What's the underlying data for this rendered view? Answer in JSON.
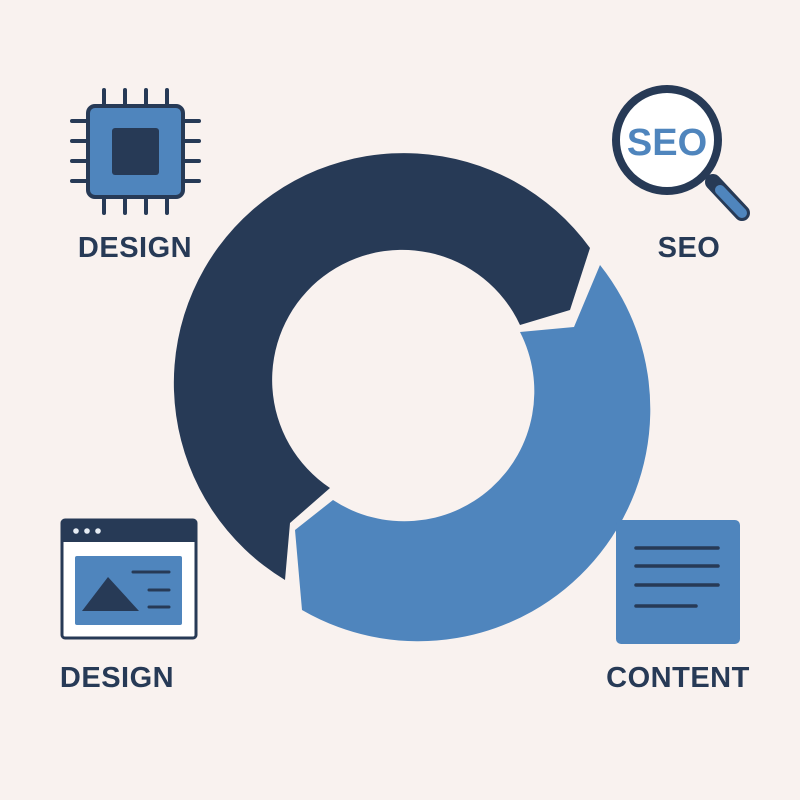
{
  "colors": {
    "background": "#f9f2ef",
    "navy": "#273a56",
    "blue": "#4f85bd",
    "white": "#ffffff"
  },
  "nodes": [
    {
      "id": "top-left",
      "label": "DESIGN",
      "icon": "chip-icon"
    },
    {
      "id": "top-right",
      "label": "SEO",
      "icon": "magnifier-icon"
    },
    {
      "id": "bottom-left",
      "label": "DESIGN",
      "icon": "browser-window-icon"
    },
    {
      "id": "bottom-right",
      "label": "CONTENT",
      "icon": "document-icon"
    }
  ],
  "seo_icon_text": "SEO",
  "cycle": {
    "segments": [
      {
        "name": "navy-arrow-segment",
        "color": "#273a56"
      },
      {
        "name": "blue-arrow-segment",
        "color": "#4f85bd"
      }
    ]
  }
}
